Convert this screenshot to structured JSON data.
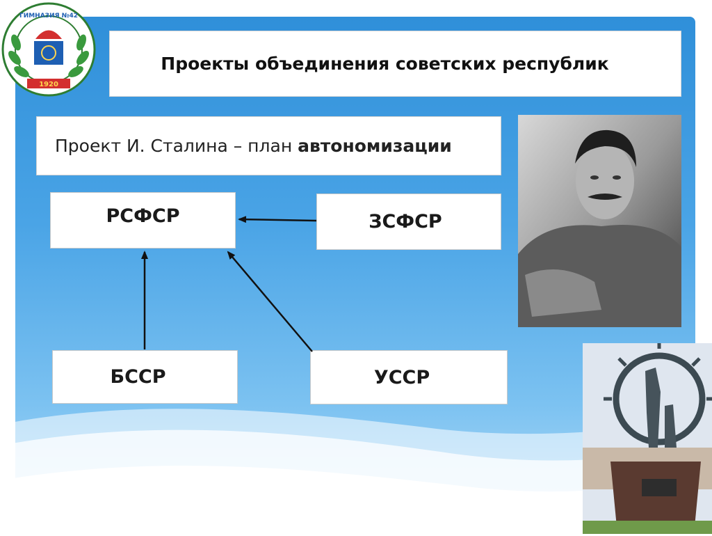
{
  "slide": {
    "title": "Проекты объединения советских республик",
    "subtitle_plain": "Проект И. Сталина – план ",
    "subtitle_bold": "автономизации"
  },
  "logo": {
    "arc_text": "ГИМНАЗИЯ №42",
    "year": "1920"
  },
  "diagram": {
    "nodes": {
      "rsfsr": "РСФСР",
      "zsfsr": "ЗСФСР",
      "bssr": "БССР",
      "ussr": "УССР"
    },
    "edges": [
      {
        "from": "ЗСФСР",
        "to": "РСФСР"
      },
      {
        "from": "БССР",
        "to": "РСФСР"
      },
      {
        "from": "УССР",
        "to": "РСФСР"
      }
    ]
  },
  "colors": {
    "background_top": "#2f8fd9",
    "background_bottom": "#b6def8",
    "box_fill": "#ffffff",
    "arrow": "#111111"
  }
}
